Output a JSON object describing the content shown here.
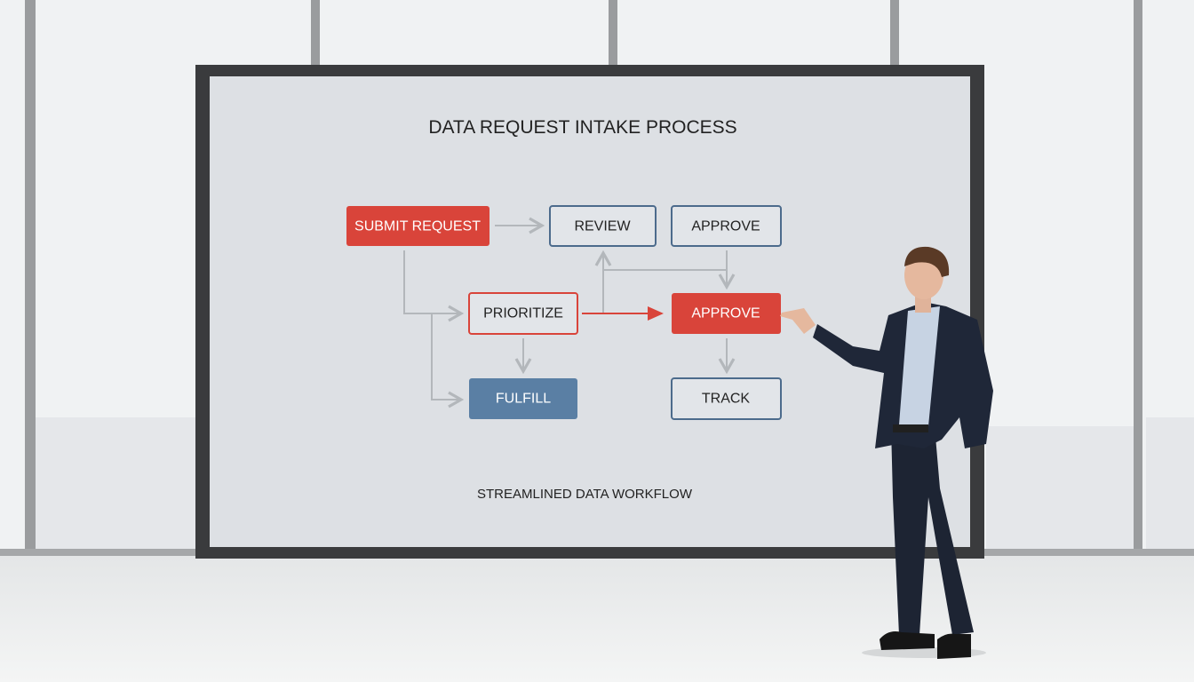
{
  "diagram": {
    "title": "DATA REQUEST INTAKE PROCESS",
    "subtitle": "STREAMLINED DATA WORKFLOW",
    "nodes": {
      "submit": "SUBMIT REQUEST",
      "review": "REVIEW",
      "approve_top": "APPROVE",
      "prioritize": "PRIORITIZE",
      "approve_main": "APPROVE",
      "fulfill": "FULFILL",
      "track": "TRACK"
    },
    "colors": {
      "accent_red": "#d9443a",
      "fulfill_blue": "#5a7fa4",
      "outline_blue": "#4c6b8c",
      "arrow_gray": "#b3b7bb"
    }
  }
}
